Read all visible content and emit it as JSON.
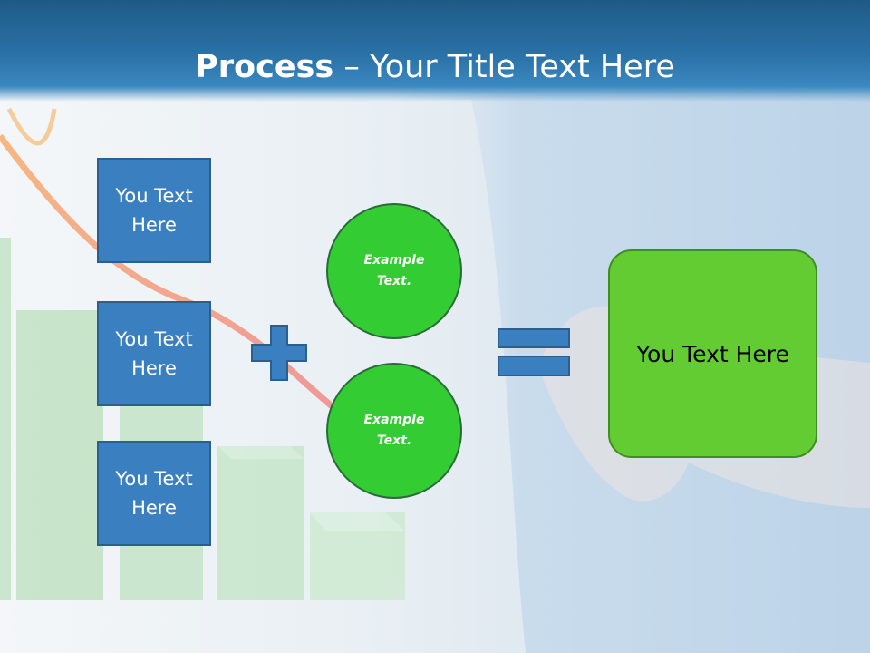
{
  "title": {
    "bold": "Process",
    "rest": " – Your Title Text Here"
  },
  "left_boxes": [
    {
      "label": "You Text Here"
    },
    {
      "label": "You Text Here"
    },
    {
      "label": "You Text Here"
    }
  ],
  "circles": [
    {
      "label": "Example Text."
    },
    {
      "label": "Example Text."
    }
  ],
  "result_box": {
    "label": "You Text Here"
  },
  "colors": {
    "header": "#2a72a8",
    "blue_box": "#3a7fbf",
    "circle_green": "#33cc33",
    "result_green": "#63cc33"
  },
  "icons": {
    "plus": "plus-icon",
    "equals": "equals-icon"
  }
}
